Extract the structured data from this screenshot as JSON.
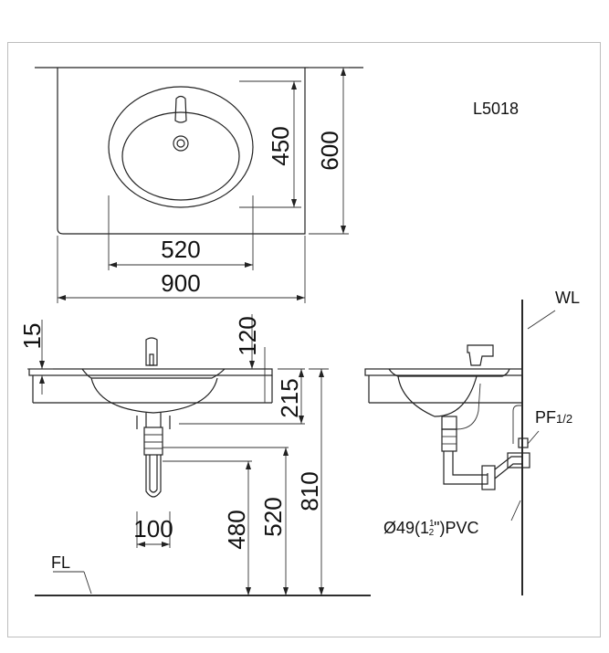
{
  "model": "L5018",
  "top_view": {
    "dim_width_bowl": "520",
    "dim_width_total": "900",
    "dim_depth_bowl": "450",
    "dim_depth_total": "600"
  },
  "front_view": {
    "dim_slab": "15",
    "dim_faucet": "120",
    "dim_bowl_height": "215",
    "dim_trap": "100",
    "dim_drain": "480",
    "dim_outlet": "520",
    "dim_rim": "810",
    "floor_label": "FL"
  },
  "side_view": {
    "wall_label": "WL",
    "pipe_fitting_prefix": "PF",
    "pipe_fitting_size": "1/2",
    "pvc_prefix": "Ø49(1",
    "pvc_whole": "1",
    "pvc_frac_den": "2",
    "pvc_suffix": "\")PVC"
  }
}
